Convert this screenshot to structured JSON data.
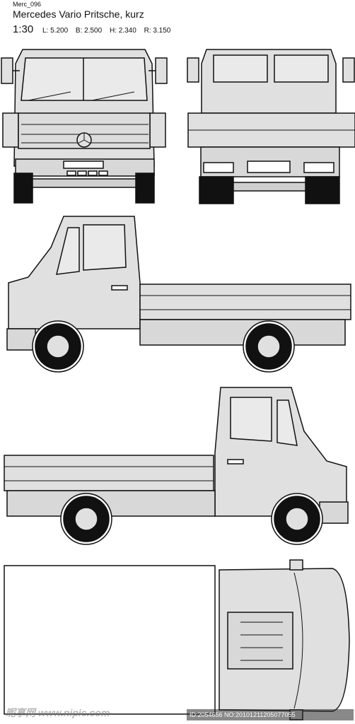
{
  "header": {
    "code": "Merc_096",
    "title": "Mercedes Vario Pritsche, kurz",
    "scale": "1:30",
    "specs": [
      "L: 5.200",
      "B: 2.500",
      "H: 2.340",
      "R: 3.150"
    ]
  },
  "watermark": {
    "site": "昵享网 www.nipic.com",
    "id": "ID:2054656 NO:20101211205077055"
  },
  "colors": {
    "body": "#e0e0e0",
    "glass": "#eaeaea",
    "outline": "#111111",
    "tire": "#111111"
  }
}
